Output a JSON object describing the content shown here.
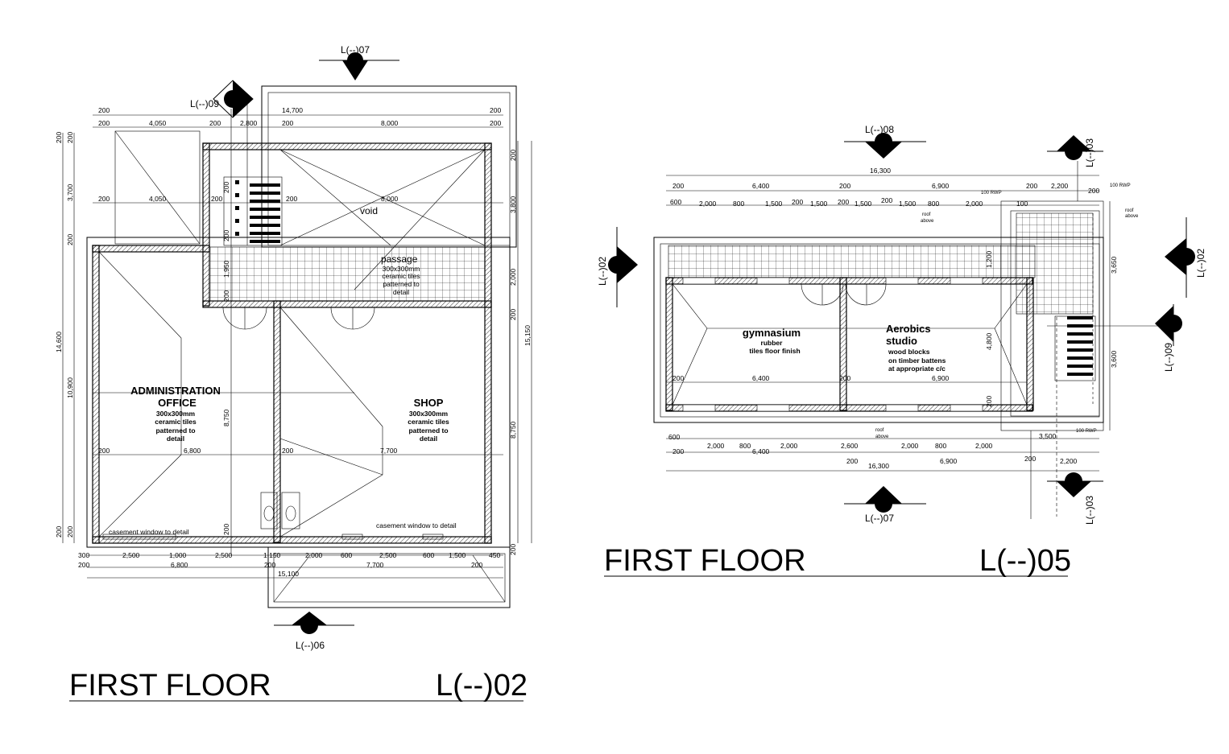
{
  "plan_left": {
    "title": "FIRST FLOOR",
    "code": "L(--)02",
    "markers": {
      "top": "L(--)07",
      "topleft": "L(--)09",
      "bottom": "L(--)06"
    },
    "rooms": {
      "admin_1": "ADMINISTRATION",
      "admin_2": "OFFICE",
      "admin_n1": "300x300mm",
      "admin_n2": "ceramic tiles",
      "admin_n3": "patterned to",
      "admin_n4": "detail",
      "shop": "SHOP",
      "shop_n1": "300x300mm",
      "shop_n2": "ceramic tiles",
      "shop_n3": "patterned to",
      "shop_n4": "detail",
      "void": "void",
      "passage": "passage",
      "pass_n1": "300x300mm",
      "pass_n2": "ceramic tiles",
      "pass_n3": "patterned to",
      "pass_n4": "detail"
    },
    "notes": {
      "casement1": "casement window to detail",
      "casement2": "casement window to detail"
    },
    "dims": {
      "t1a": "200",
      "t1b": "14,700",
      "t1c": "200",
      "t2a": "200",
      "t2b": "4,050",
      "t2c": "200",
      "t2d": "2,800",
      "t2e": "200",
      "t2f": "8,000",
      "t2g": "200",
      "m1a": "200",
      "m1b": "4,050",
      "m1c": "200",
      "m1d": "200",
      "m1e": "8,000",
      "m2a": "200",
      "m2b": "6,800",
      "m2c": "200",
      "m2d": "7,700",
      "b1a": "300",
      "b1b": "2,500",
      "b1c": "1,000",
      "b1d": "2,500",
      "b1e": "1,150",
      "b1f": "2,000",
      "b1g": "600",
      "b1h": "2,500",
      "b1i": "600",
      "b1j": "1,500",
      "b1k": "450",
      "b2a": "200",
      "b2b": "6,800",
      "b2c": "200",
      "b2d": "7,700",
      "b2e": "200",
      "b3": "15,100",
      "l1": "200",
      "l2": "200",
      "l3": "3,700",
      "l4": "200",
      "l5": "14,600",
      "l6": "10,900",
      "l7": "200",
      "l8": "200",
      "r1": "200",
      "r2": "3,800",
      "r3": "2,000",
      "r4": "200",
      "r5": "15,150",
      "r6": "8,750",
      "r7": "200",
      "i1": "8,750",
      "i2": "200",
      "i3": "1,950",
      "i4": "200",
      "i5": "200",
      "i6": "200"
    }
  },
  "plan_right": {
    "title": "FIRST FLOOR",
    "code": "L(--)05",
    "markers": {
      "top": "L(--)08",
      "bottom": "L(--)07",
      "left": "L(--)02",
      "right": "L(--)02",
      "right2": "L(--)09",
      "tr": "L(--)03",
      "br": "L(--)03"
    },
    "rooms": {
      "gym": "gymnasium",
      "gym_n1": "rubber",
      "gym_n2": "tiles floor finish",
      "aero1": "Aerobics",
      "aero2": "studio",
      "aero_n1": "wood blocks",
      "aero_n2": "on timber battens",
      "aero_n3": "at appropriate c/c"
    },
    "notes": {
      "roof1a": "roof",
      "roof1b": "above",
      "roof2a": "roof",
      "roof2b": "above",
      "roof3a": "roof",
      "roof3b": "above",
      "rwp1": "100 RWP",
      "rwp2": "100 RWP",
      "rwp3": "100 RWP"
    },
    "dims": {
      "t0": "16,300",
      "t1a": "200",
      "t1b": "6,400",
      "t1c": "200",
      "t1d": "6,900",
      "t1e": "200",
      "t1f": "2,200",
      "t1g": "200",
      "t2a": "600",
      "t2b": "2,000",
      "t2c": "800",
      "t2d": "1,500",
      "t2e": "200",
      "t2f": "1,500",
      "t2g": "200",
      "t2h": "1,500",
      "t2i": "200",
      "t2j": "1,500",
      "t2k": "800",
      "t2l": "2,000",
      "t2m": "100",
      "m1a": "200",
      "m1b": "6,400",
      "m1c": "200",
      "m1d": "6,900",
      "b1a": "600",
      "b1b": "2,000",
      "b1c": "800",
      "b1d": "2,000",
      "b1e": "2,600",
      "b1f": "2,000",
      "b1g": "800",
      "b1h": "2,000",
      "b1i": "3,500",
      "b2a": "200",
      "b2b": "6,400",
      "b2c": "200",
      "b2d": "6,900",
      "b2e": "200",
      "b2f": "2,200",
      "b3": "16,300",
      "r1": "1,200",
      "r2": "4,800",
      "r3": "3,650",
      "r4": "3,600",
      "r5": "200"
    }
  }
}
